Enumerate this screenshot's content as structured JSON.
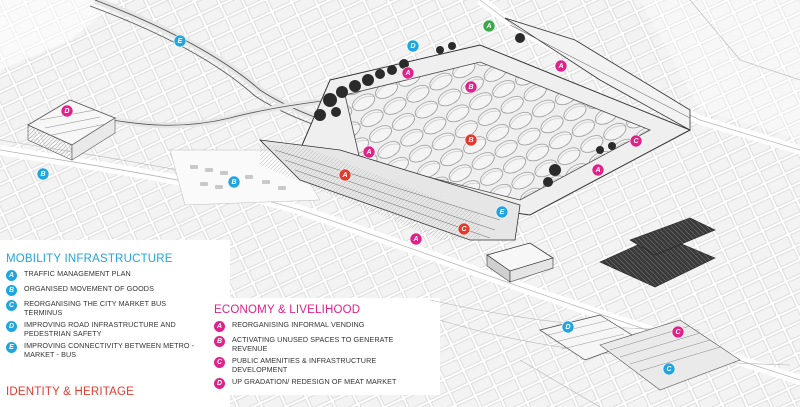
{
  "colors": {
    "mobility": "#1fa6e0",
    "economy": "#e0218a",
    "identity": "#e23b2e",
    "green": "#3aa84a"
  },
  "legends": {
    "mobility": {
      "title": "MOBILITY INFRASTRUCTURE",
      "items": [
        {
          "key": "A",
          "text": "TRAFFIC MANAGEMENT PLAN"
        },
        {
          "key": "B",
          "text": "ORGANISED MOVEMENT OF GOODS"
        },
        {
          "key": "C",
          "text": "REORGANISING THE CITY MARKET BUS TERMINUS"
        },
        {
          "key": "D",
          "text": "IMPROVING ROAD INFRASTRUCTURE AND PEDESTRIAN SAFETY"
        },
        {
          "key": "E",
          "text": "IMPROVING CONNECTIVITY BETWEEN METRO - MARKET - BUS"
        }
      ]
    },
    "economy": {
      "title": "ECONOMY & LIVELIHOOD",
      "items": [
        {
          "key": "A",
          "text": "REORGANISING INFORMAL VENDING"
        },
        {
          "key": "B",
          "text": "ACTIVATING UNUSED SPACES TO GENERATE REVENUE"
        },
        {
          "key": "C",
          "text": "PUBLIC AMENITIES & INFRASTRUCTURE DEVELOPMENT"
        },
        {
          "key": "D",
          "text": "UP GRADATION/ REDESIGN OF MEAT MARKET"
        }
      ]
    },
    "identity": {
      "title": "IDENTITY & HERITAGE"
    }
  },
  "map_markers": [
    {
      "label": "A",
      "category": "identity-green"
    },
    {
      "label": "E",
      "category": "mobility"
    },
    {
      "label": "D",
      "category": "mobility"
    },
    {
      "label": "A",
      "category": "economy"
    },
    {
      "label": "A",
      "category": "economy"
    },
    {
      "label": "B",
      "category": "economy"
    },
    {
      "label": "D",
      "category": "economy"
    },
    {
      "label": "B",
      "category": "identity"
    },
    {
      "label": "A",
      "category": "economy"
    },
    {
      "label": "C",
      "category": "economy"
    },
    {
      "label": "A",
      "category": "economy"
    },
    {
      "label": "A",
      "category": "identity"
    },
    {
      "label": "B",
      "category": "mobility"
    },
    {
      "label": "B",
      "category": "mobility"
    },
    {
      "label": "E",
      "category": "mobility"
    },
    {
      "label": "C",
      "category": "identity"
    },
    {
      "label": "A",
      "category": "economy"
    },
    {
      "label": "D",
      "category": "mobility"
    },
    {
      "label": "C",
      "category": "economy"
    },
    {
      "label": "C",
      "category": "mobility"
    }
  ]
}
